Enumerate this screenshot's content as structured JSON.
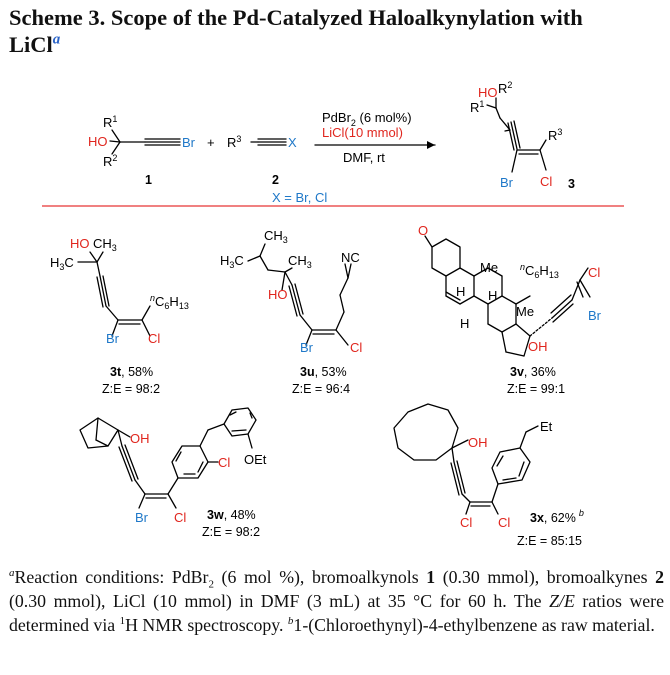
{
  "title": {
    "line1": "Scheme 3. Scope of the Pd-Catalyzed Haloalkynylation with",
    "line2": "LiCl",
    "sup": "a"
  },
  "reaction": {
    "r1": "R",
    "r1_sup": "1",
    "r2": "R",
    "r2_sup": "2",
    "r3": "R",
    "r3_sup": "3",
    "ho": "HO",
    "br": "Br",
    "x": "X",
    "plus": "+",
    "cond1": "PdBr",
    "cond1_sub": "2",
    "cond1b": " (6 mol%)",
    "cond2": "LiCl(10 mmol)",
    "cond3": "DMF, rt",
    "x_def": "X = Br, Cl",
    "num1": "1",
    "num2": "2",
    "num3": "3",
    "prod_br": "Br",
    "prod_cl": "Cl",
    "prod_ho": "HO"
  },
  "products": [
    {
      "id": "3t",
      "yield": ", 58%",
      "ze": "Z:E = 98:2",
      "note": ""
    },
    {
      "id": "3u",
      "yield": ", 53%",
      "ze": "Z:E = 96:4",
      "note": ""
    },
    {
      "id": "3v",
      "yield": ", 36%",
      "ze": "Z:E = 99:1",
      "note": ""
    },
    {
      "id": "3w",
      "yield": ", 48%",
      "ze": "Z:E = 98:2",
      "note": ""
    },
    {
      "id": "3x",
      "yield": ", 62%",
      "ze": "Z:E = 85:15",
      "note": "b"
    }
  ],
  "labels": {
    "ho": "HO",
    "oh": "OH",
    "ch3": "CH",
    "ch3_sub": "3",
    "h3c": "H",
    "h3c_sub": "3",
    "h3c_c": "C",
    "br": "Br",
    "cl": "Cl",
    "n": "n",
    "c6h13": "C",
    "c6h13_sub1": "6",
    "h13": "H",
    "c6h13_sub2": "13",
    "nc": "NC",
    "o": "O",
    "me": "Me",
    "h": "H",
    "oet": "OEt",
    "et": "Et"
  },
  "footnote": {
    "a": "a",
    "text1": "Reaction conditions: PdBr",
    "sub2": "2",
    "text2": " (6 mol %), bromoalkynols ",
    "bold1": "1",
    "text3": " (0.30 mmol), bromoalkynes ",
    "bold2": "2",
    "text4": " (0.30 mmol), LiCl (10 mmol) in DMF (3 mL) at 35 °C for 60 h. The ",
    "ital": "Z/E",
    "text5": " ratios were determined via ",
    "sup1": "1",
    "text6": "H NMR spectroscopy. ",
    "b": "b",
    "text7": "1-(Chloroethynyl)-4-ethylbenzene as raw material."
  },
  "colors": {
    "red": "#e0261e",
    "blue": "#1f78c8",
    "rule": "#f08080"
  }
}
